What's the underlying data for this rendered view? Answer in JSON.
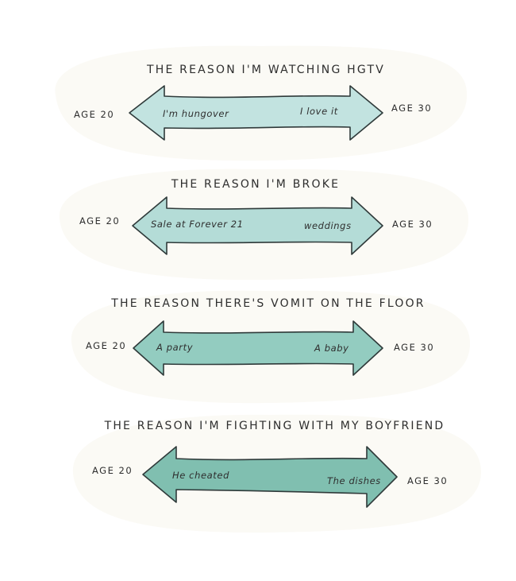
{
  "spectrums": [
    {
      "title": "THE REASON I'M WATCHING HGTV",
      "left_age": "AGE 20",
      "right_age": "AGE 30",
      "left_reason": "I'm hungover",
      "right_reason": "I love it",
      "fill": "#c2e3e0"
    },
    {
      "title": "THE REASON I'M BROKE",
      "left_age": "AGE 20",
      "right_age": "AGE 30",
      "left_reason": "Sale at Forever 21",
      "right_reason": "weddings",
      "fill": "#b4dcd7"
    },
    {
      "title": "THE REASON THERE'S VOMIT ON THE FLOOR",
      "left_age": "AGE 20",
      "right_age": "AGE 30",
      "left_reason": "A party",
      "right_reason": "A baby",
      "fill": "#93ccc0"
    },
    {
      "title": "THE REASON I'M FIGHTING WITH MY BOYFRIEND",
      "left_age": "AGE 20",
      "right_age": "AGE 30",
      "left_reason": "He cheated",
      "right_reason": "The dishes",
      "fill": "#80bfb0"
    }
  ]
}
